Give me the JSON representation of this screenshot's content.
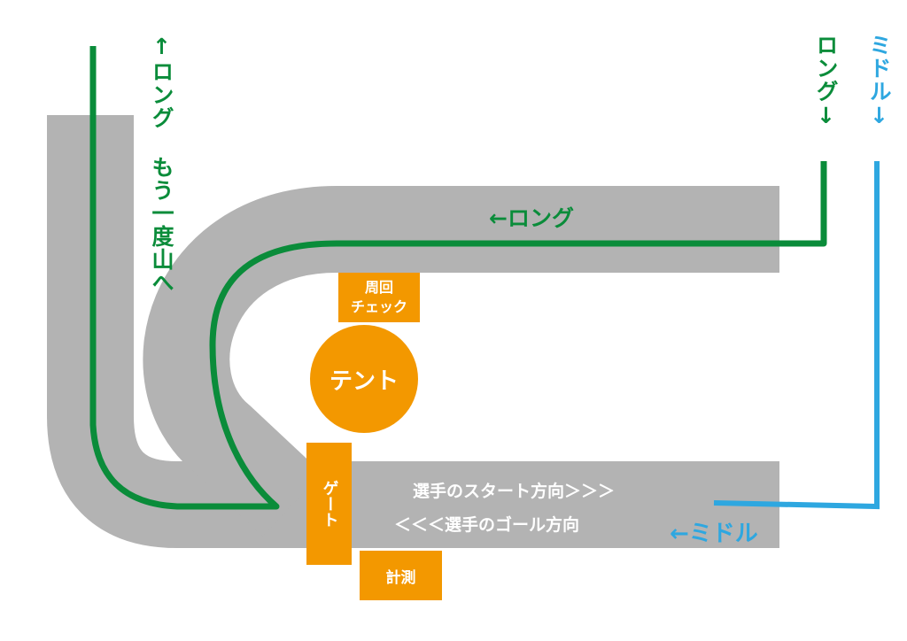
{
  "labels": {
    "long_again": "↑ロング もう一度山へ",
    "long_down": "ロング↓",
    "middle_down": "ミドル↓",
    "long_left": "←ロング",
    "middle_left": "←ミドル",
    "start_dir": "選手のスタート方向＞＞＞",
    "goal_dir": "＜＜＜選手のゴール方向"
  },
  "boxes": {
    "lap_check": "周回\nチェック",
    "tent": "テント",
    "gate": "ゲート",
    "timing": "計測"
  },
  "colors": {
    "track": "#b3b3b3",
    "long": "#0a8c3a",
    "middle": "#2ea7e0",
    "facility": "#f39800"
  }
}
